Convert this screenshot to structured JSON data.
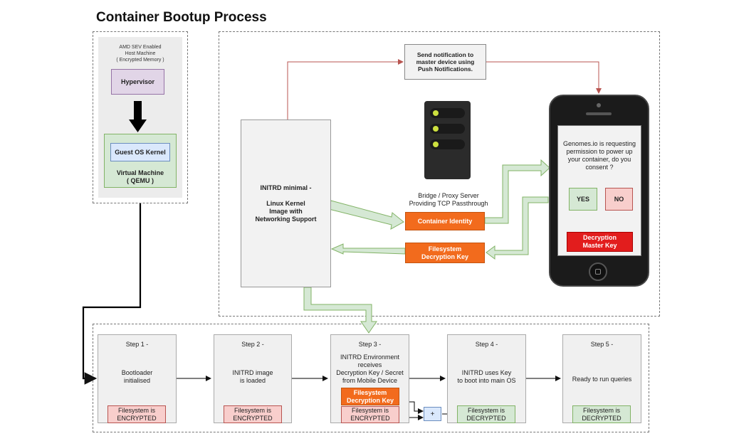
{
  "title": "Container Bootup Process",
  "host": {
    "caption": [
      "AMD SEV Enabled",
      "Host Machine",
      "( Encrypted Memory )"
    ],
    "hypervisor": "Hypervisor",
    "guest_kernel": "Guest OS Kernel",
    "vm_label": [
      "Virtual Machine",
      "( QEMU )"
    ]
  },
  "notification": [
    "Send notification to",
    "master device using",
    "Push Notifications."
  ],
  "initrd": [
    "INITRD minimal -",
    "",
    "Linux Kernel",
    "Image with",
    "Networking Support"
  ],
  "bridge_caption": [
    "Bridge / Proxy Server",
    "Providing TCP Passthrough"
  ],
  "container_identity": "Container Identity",
  "fs_key": [
    "Filesystem",
    "Decryption Key"
  ],
  "phone": {
    "prompt": [
      "Genomes.io is requesting",
      "permission to power up",
      "your container, do you",
      "consent ?"
    ],
    "yes": "YES",
    "no": "NO",
    "master_key": [
      "Decryption",
      "Master Key"
    ]
  },
  "steps": [
    {
      "head": "Step 1 -",
      "body": [
        "Bootloader",
        "initialised"
      ],
      "status": [
        "Filesystem is",
        "ENCRYPTED"
      ]
    },
    {
      "head": "Step 2 -",
      "body": [
        "INITRD image",
        "is loaded"
      ],
      "status": [
        "Filesystem is",
        "ENCRYPTED"
      ]
    },
    {
      "head": "Step 3 -",
      "body": [
        "INITRD Environment",
        "receives",
        "Decryption Key / Secret",
        "from Mobile Device"
      ],
      "status": [
        "Filesystem is",
        "ENCRYPTED"
      ],
      "key": [
        "Filesystem",
        "Decryption Key"
      ]
    },
    {
      "head": "Step 4 -",
      "body": [
        "INITRD uses Key",
        "to boot into main OS"
      ],
      "status": [
        "Filesystem is",
        "DECRYPTED"
      ]
    },
    {
      "head": "Step 5 -",
      "body": [
        "Ready to run queries"
      ],
      "status": [
        "Filesystem is",
        "DECRYPTED"
      ]
    }
  ],
  "plus": "+"
}
